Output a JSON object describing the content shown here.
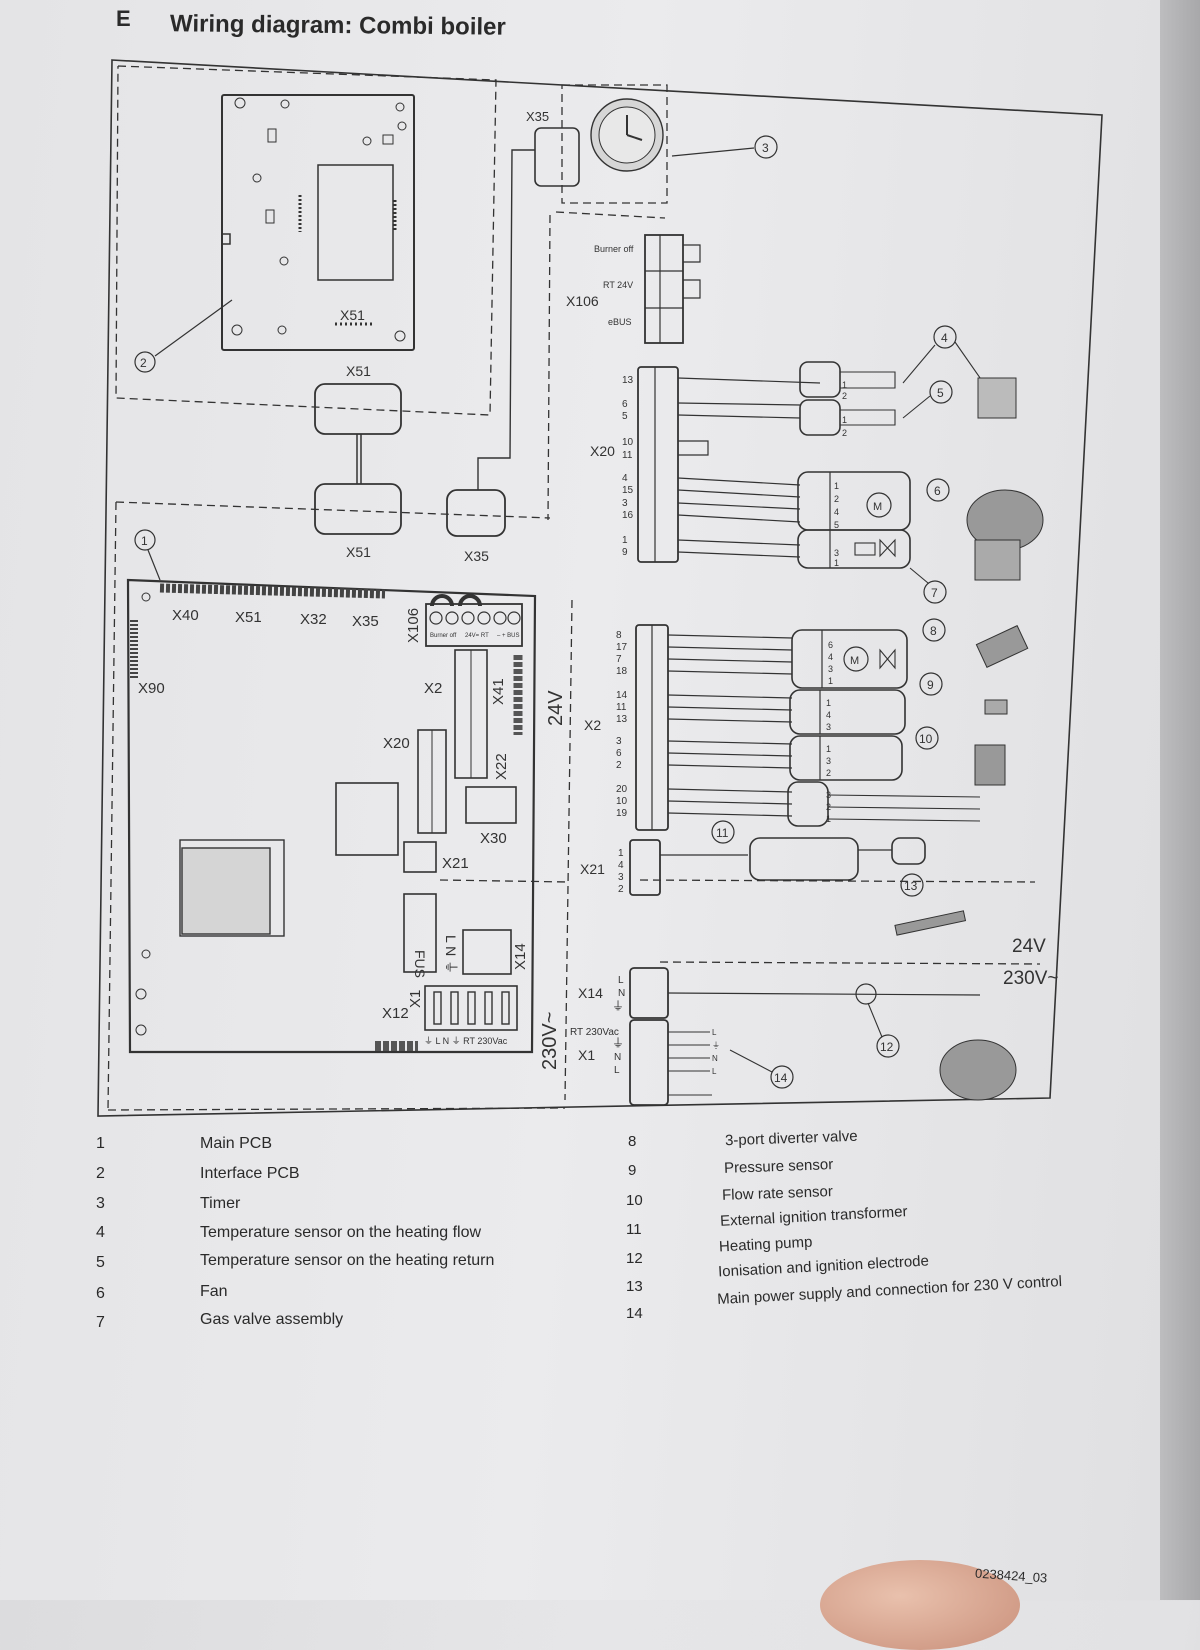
{
  "header": {
    "section_letter": "E",
    "title": "Wiring diagram: Combi boiler"
  },
  "diagram": {
    "interface_pcb": {
      "connector": "X51"
    },
    "timer_connector": "X35",
    "cable_labels": {
      "x51_upper": "X51",
      "x51_lower": "X51",
      "x35_lower": "X35"
    },
    "x106": {
      "label": "X106",
      "pins": [
        "Burner off",
        "RT 24V",
        "eBUS"
      ]
    },
    "x20": {
      "label": "X20",
      "pins": [
        "13",
        "6",
        "5",
        "10",
        "11",
        "4",
        "15",
        "3",
        "16",
        "1",
        "9"
      ]
    },
    "x2": {
      "label": "X2",
      "pins": [
        "8",
        "17",
        "7",
        "18",
        "14",
        "11",
        "13",
        "3",
        "6",
        "2",
        "20",
        "10",
        "19"
      ]
    },
    "x21": {
      "label": "X21",
      "pins": [
        "1",
        "4",
        "3",
        "2"
      ]
    },
    "x14": {
      "label": "X14",
      "pins": [
        "L",
        "N",
        "⏚"
      ]
    },
    "x1": {
      "label": "X1",
      "pins": [
        "RT 230Vac",
        "⏚",
        "N",
        "L"
      ],
      "outputs": [
        "L",
        "⏚",
        "N",
        "L"
      ]
    },
    "main_pcb": {
      "connectors_top": [
        "X40",
        "X51",
        "X32",
        "X35"
      ],
      "x106_vertical": "X106",
      "terminal_labels": [
        "Burner off",
        "24V= RT",
        "– | +",
        "BUS"
      ],
      "left": "X90",
      "x2": "X2",
      "x41": "X41",
      "x20": "X20",
      "x22": "X22",
      "x30": "X30",
      "x21": "X21",
      "fuse": "FUS",
      "lne": "L N ⏚",
      "x14": "X14",
      "x1": "X1",
      "x12": "X12",
      "x1_terminals": "⏚ L N ⏚ RT 230Vac"
    },
    "voltage_labels": {
      "v24_vertical": "24V",
      "v230_vertical": "230V~",
      "v24_right": "24V",
      "v230_right": "230V~"
    },
    "sensor_pins": {
      "flow": [
        "1",
        "2"
      ],
      "return": [
        "1",
        "2"
      ]
    },
    "fan_pins": [
      "1",
      "2",
      "4",
      "5"
    ],
    "gas_valve_pins": [
      "3",
      "1"
    ],
    "diverter_pins": [
      "6",
      "4",
      "3",
      "1"
    ],
    "pressure_pins": [
      "1",
      "4",
      "3"
    ],
    "flow_rate_pins": [
      "1",
      "3",
      "2"
    ],
    "pump_pins": [
      "3",
      "2",
      "1"
    ],
    "motor_symbol": "M",
    "callouts": [
      "1",
      "2",
      "3",
      "4",
      "5",
      "6",
      "7",
      "8",
      "9",
      "10",
      "11",
      "12",
      "13",
      "14"
    ]
  },
  "legend": {
    "left": [
      {
        "num": "1",
        "text": "Main PCB"
      },
      {
        "num": "2",
        "text": "Interface PCB"
      },
      {
        "num": "3",
        "text": "Timer"
      },
      {
        "num": "4",
        "text": "Temperature sensor on the heating flow"
      },
      {
        "num": "5",
        "text": "Temperature sensor on the heating return"
      },
      {
        "num": "6",
        "text": "Fan"
      },
      {
        "num": "7",
        "text": "Gas valve assembly"
      }
    ],
    "right": [
      {
        "num": "8",
        "text": "3-port diverter valve"
      },
      {
        "num": "9",
        "text": "Pressure sensor"
      },
      {
        "num": "10",
        "text": "Flow rate sensor"
      },
      {
        "num": "11",
        "text": "External ignition transformer"
      },
      {
        "num": "12",
        "text": "Heating pump"
      },
      {
        "num": "13",
        "text": "Ionisation and ignition electrode"
      },
      {
        "num": "14",
        "text": "Main power supply and connection for 230 V control"
      }
    ]
  },
  "footer": {
    "doc_number": "0238424_03"
  }
}
